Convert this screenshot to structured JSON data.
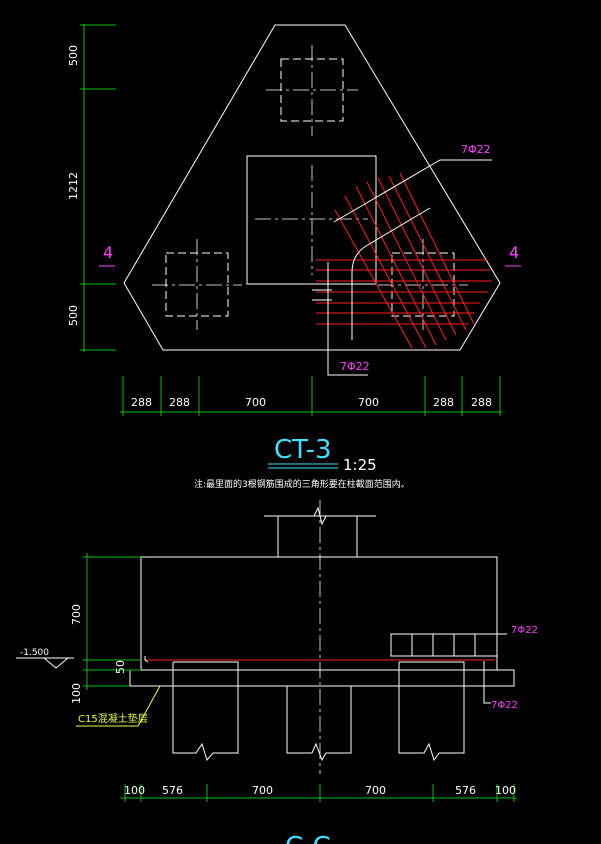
{
  "plan": {
    "dims_vertical": [
      "500",
      "1212",
      "500"
    ],
    "dims_horizontal": [
      "288",
      "288",
      "700",
      "700",
      "288",
      "288"
    ],
    "section_mark_left": "4",
    "section_mark_right": "4",
    "rebar_label_top": "7Φ22",
    "rebar_label_bottom": "7Φ22"
  },
  "title": {
    "name": "CT-3",
    "scale": "1:25",
    "note": "注:最里面的3根钢筋围成的三角形要在柱截面范围内。"
  },
  "section": {
    "dim_700": "700",
    "dim_50": "50",
    "dim_100": "100",
    "elevation": "-1.500",
    "cushion_label": "C15混凝土垫层",
    "rebar_label_a": "7Φ22",
    "rebar_label_b": "7Φ22",
    "dims_horizontal": [
      "100",
      "576",
      "700",
      "700",
      "576",
      "100"
    ],
    "bottom_label": "C-C"
  },
  "colors": {
    "background": "#000000",
    "outline": "#ffffff",
    "dimension": "#00c000",
    "rebar": "#ff2020",
    "label": "#ff40ff",
    "title": "#40e0ff",
    "cushion": "#e8ff40"
  }
}
